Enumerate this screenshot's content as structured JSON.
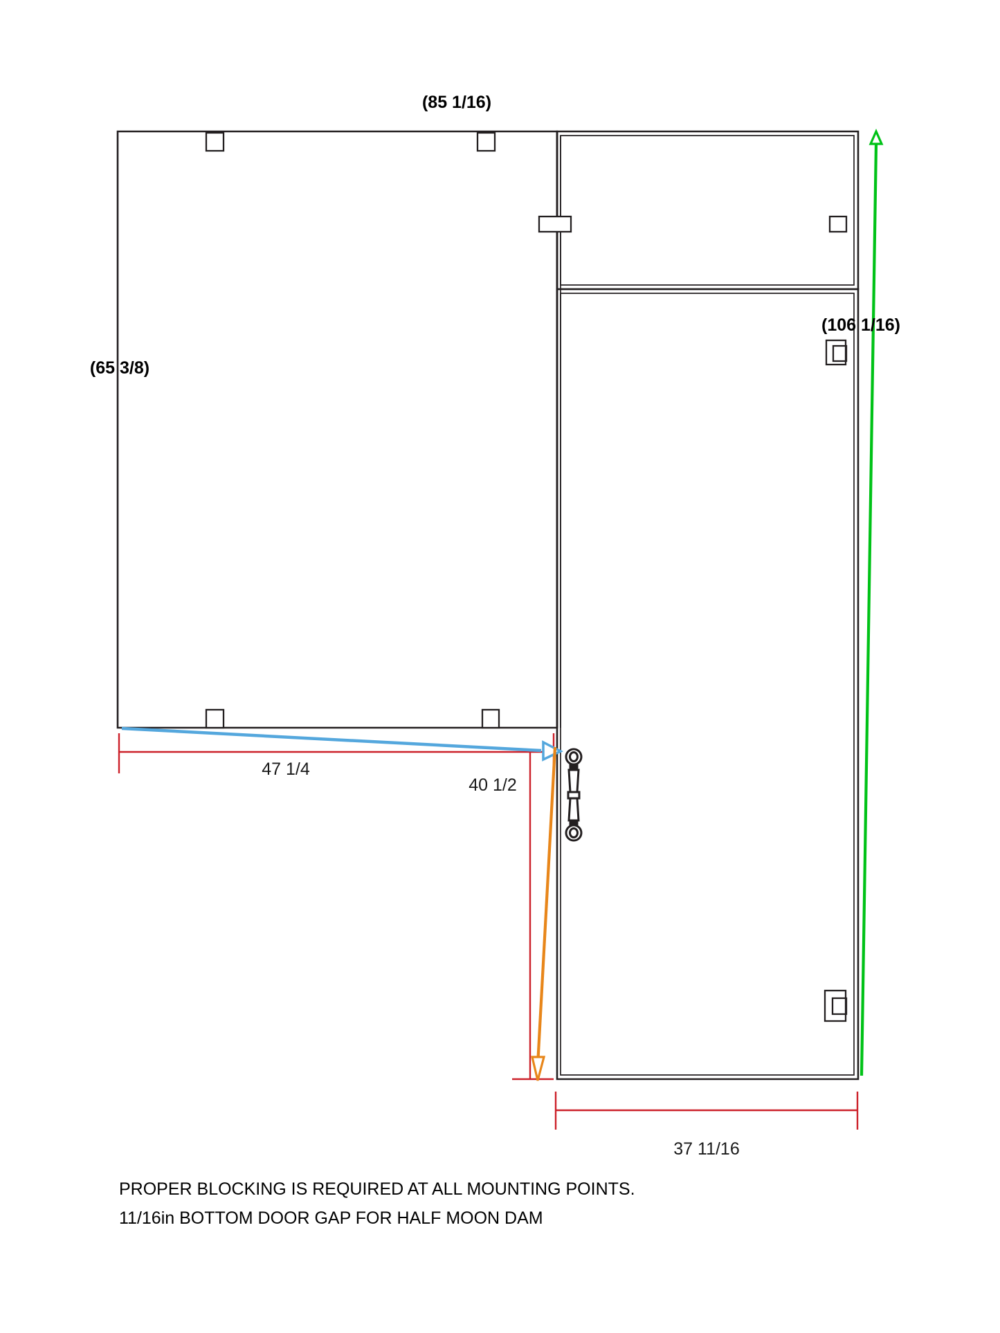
{
  "document": {
    "type": "technical-drawing",
    "title_dimension": "(85 1/16)",
    "background_color": "#ffffff"
  },
  "dimensions": {
    "top_overall": {
      "label": "(85 1/16)",
      "units": "inches",
      "orientation": "horizontal",
      "color": "#000000"
    },
    "left_height": {
      "label": "(65 3/8)",
      "units": "inches",
      "orientation": "vertical",
      "color": "#000000"
    },
    "right_height": {
      "label": "(106 1/16)",
      "units": "inches",
      "orientation": "vertical",
      "color": "#000000",
      "leader_color": "#00c217"
    },
    "lower_left_width": {
      "label": "47 1/4",
      "units": "inches",
      "orientation": "horizontal",
      "color": "#cc2029",
      "leader_color": "#54a7dd"
    },
    "door_height": {
      "label": "40 1/2",
      "units": "inches",
      "orientation": "vertical",
      "color": "#cc2029",
      "leader_color": "#e8861a"
    },
    "bottom_width": {
      "label": "37 11/16",
      "units": "inches",
      "orientation": "horizontal",
      "color": "#cc2029"
    }
  },
  "notes": {
    "line1": "PROPER BLOCKING IS REQUIRED AT ALL MOUNTING POINTS.",
    "line2": "11/16in BOTTOM DOOR GAP FOR HALF MOON DAM"
  },
  "geometry": {
    "left_panel_name": "left-panel",
    "right_panel_name": "right-tall-panel",
    "upper_right_panel_name": "upper-right-panel",
    "door_name": "door-panel",
    "handle_name": "door-handle",
    "mounting_brackets_count": 8
  }
}
